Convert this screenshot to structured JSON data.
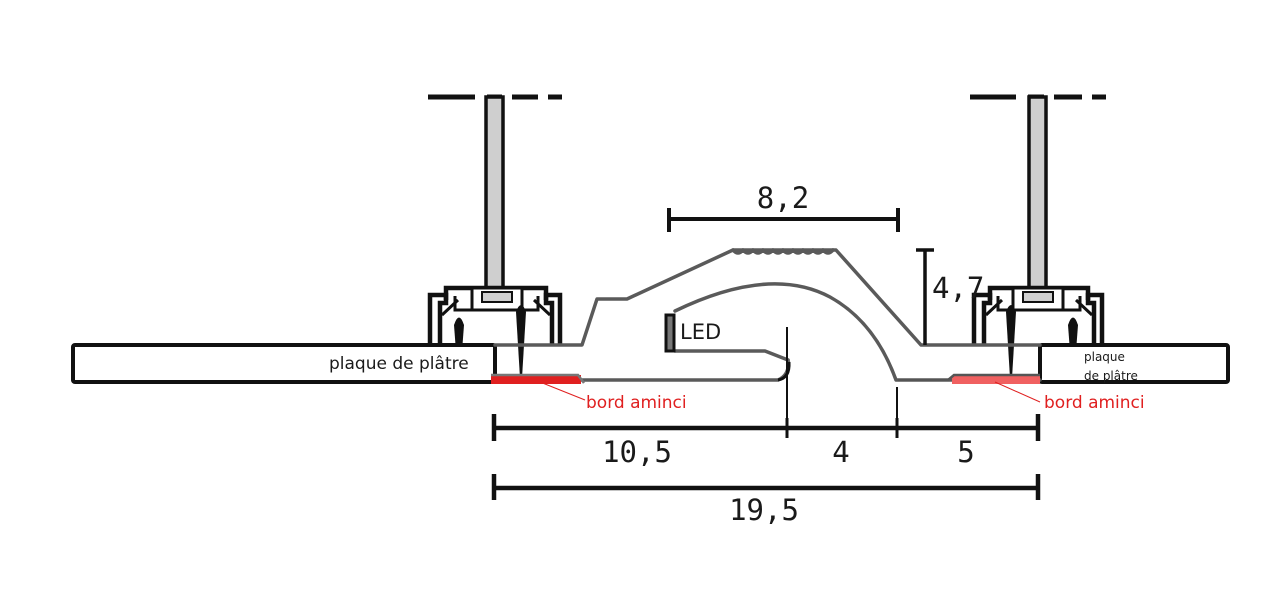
{
  "labels": {
    "plaque_left": "plaque de plâtre",
    "plaque_right_line1": "plaque",
    "plaque_right_line2": "de plâtre",
    "bord_left": "bord aminci",
    "bord_right": "bord aminci",
    "led": "LED"
  },
  "dimensions": {
    "top_width": "8,2",
    "height": "4,7",
    "left_segment": "10,5",
    "middle_segment": "4",
    "right_segment": "5",
    "total": "19,5"
  },
  "colors": {
    "outline": "#111111",
    "profile": "#5a5a5a",
    "thinned_edge_left": "#e02020",
    "thinned_edge_right": "#f06060",
    "stud": "#cfcfcf"
  }
}
